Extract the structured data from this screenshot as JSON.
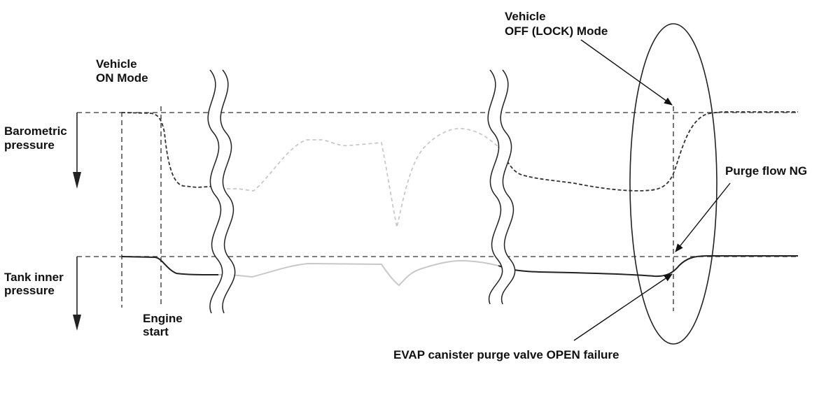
{
  "labels": {
    "vehicle_on_line1": "Vehicle",
    "vehicle_on_line2": "ON Mode",
    "vehicle_off_line1": "Vehicle",
    "vehicle_off_line2": "OFF (LOCK) Mode",
    "barometric_line1": "Barometric",
    "barometric_line2": "pressure",
    "tank_line1": "Tank inner",
    "tank_line2": "pressure",
    "engine_line1": "Engine",
    "engine_line2": "start",
    "purge_flow_ng": "Purge flow NG",
    "evap_failure": "EVAP canister purge valve OPEN failure"
  },
  "colors": {
    "fault_trace": "#333333",
    "normal_trace": "#c8c8c8",
    "reference_line": "#555555"
  }
}
